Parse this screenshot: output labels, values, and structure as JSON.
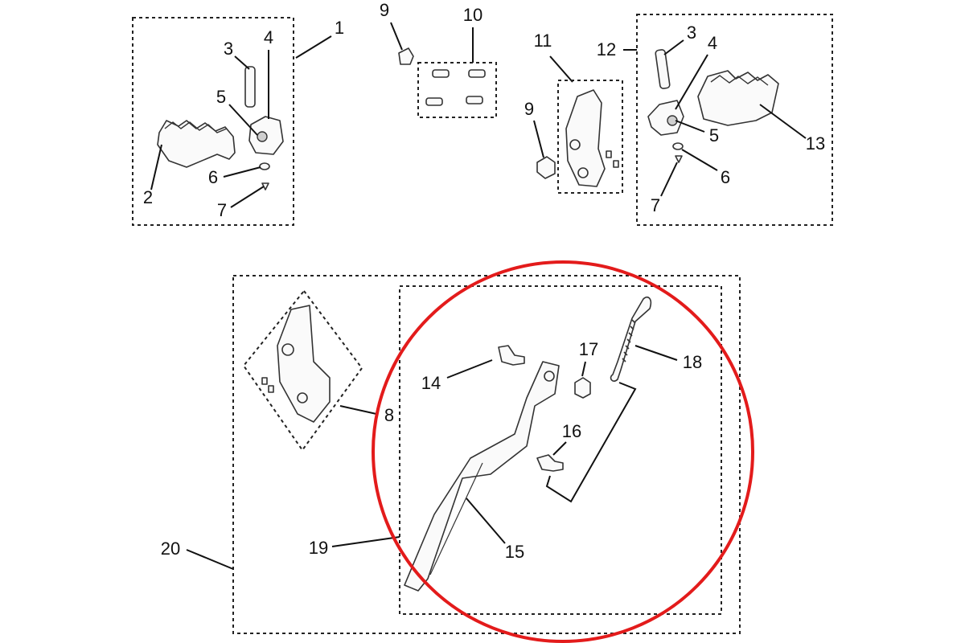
{
  "labels": {
    "n1": "1",
    "n2": "2",
    "n3a": "3",
    "n4a": "4",
    "n5a": "5",
    "n6a": "6",
    "n7a": "7",
    "n9a": "9",
    "n10": "10",
    "n11": "11",
    "n9b": "9",
    "n12": "12",
    "n3b": "3",
    "n4b": "4",
    "n5b": "5",
    "n13": "13",
    "n6b": "6",
    "n7b": "7",
    "n8": "8",
    "n14": "14",
    "n17": "17",
    "n18": "18",
    "n16": "16",
    "n15": "15",
    "n19": "19",
    "n20": "20"
  },
  "colors": {
    "highlight_circle": "#e31b1b",
    "line": "#111111",
    "background": "#ffffff"
  }
}
